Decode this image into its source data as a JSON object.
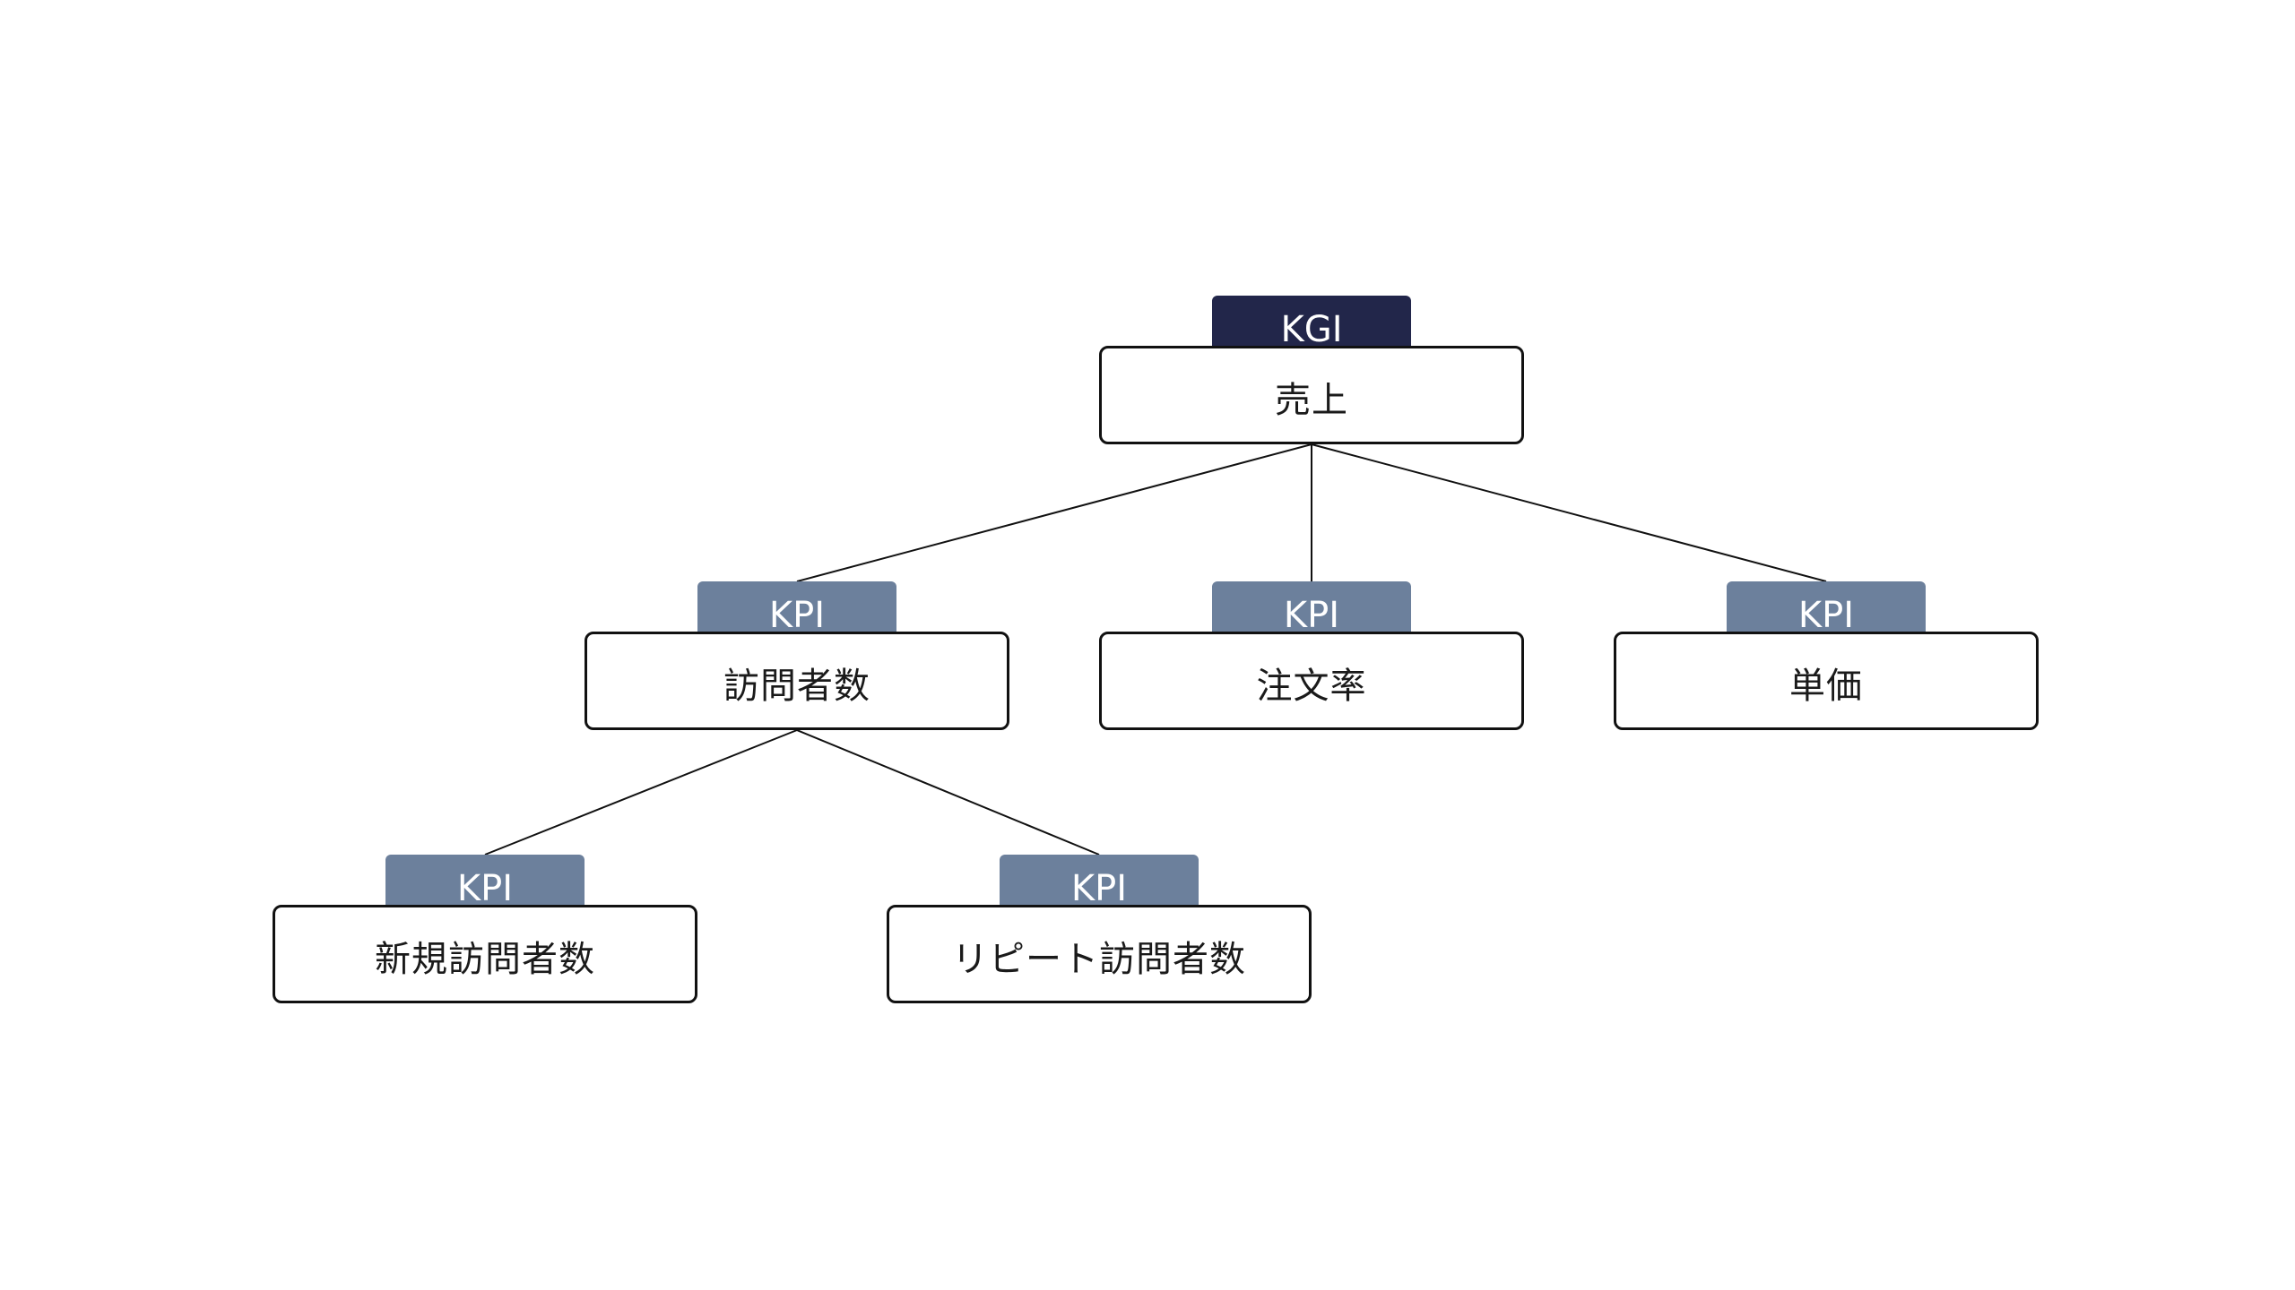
{
  "colors": {
    "kgi_badge": "#22264A",
    "kpi_badge": "#6C809C",
    "box_border": "#111111",
    "line": "#111111"
  },
  "nodes": {
    "root": {
      "badge": "KGI",
      "label": "売上"
    },
    "visitors": {
      "badge": "KPI",
      "label": "訪問者数"
    },
    "order_rate": {
      "badge": "KPI",
      "label": "注文率"
    },
    "unit_price": {
      "badge": "KPI",
      "label": "単価"
    },
    "new_visitors": {
      "badge": "KPI",
      "label": "新規訪問者数"
    },
    "repeat_visitors": {
      "badge": "KPI",
      "label": "リピート訪問者数"
    }
  },
  "edges": [
    [
      "root",
      "visitors"
    ],
    [
      "root",
      "order_rate"
    ],
    [
      "root",
      "unit_price"
    ],
    [
      "visitors",
      "new_visitors"
    ],
    [
      "visitors",
      "repeat_visitors"
    ]
  ]
}
